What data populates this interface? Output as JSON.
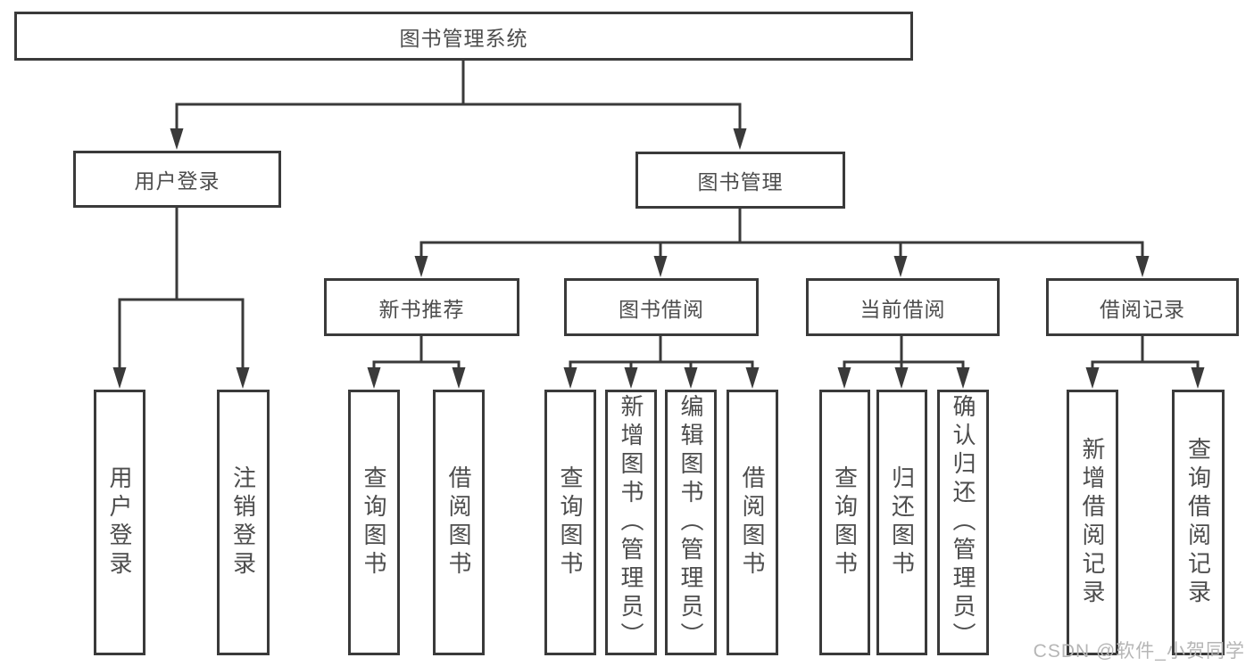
{
  "diagram": {
    "root": {
      "label": "图书管理系统"
    },
    "branches": [
      {
        "label": "用户登录",
        "children": [
          {
            "label": "用户登录"
          },
          {
            "label": "注销登录"
          }
        ]
      },
      {
        "label": "图书管理",
        "sections": [
          {
            "label": "新书推荐",
            "children": [
              {
                "label": "查询图书"
              },
              {
                "label": "借阅图书"
              }
            ]
          },
          {
            "label": "图书借阅",
            "children": [
              {
                "label": "查询图书"
              },
              {
                "label": "新增图书（管理员）"
              },
              {
                "label": "编辑图书（管理员）"
              },
              {
                "label": "借阅图书"
              }
            ]
          },
          {
            "label": "当前借阅",
            "children": [
              {
                "label": "查询图书"
              },
              {
                "label": "归还图书"
              },
              {
                "label": "确认归还（管理员）"
              }
            ]
          },
          {
            "label": "借阅记录",
            "children": [
              {
                "label": "新增借阅记录"
              },
              {
                "label": "查询借阅记录"
              }
            ]
          }
        ]
      }
    ],
    "watermark": "CSDN @软件_小贺同学",
    "colors": {
      "line": "#3a3a3a",
      "text": "#4d4d4d",
      "watermark": "#b6b6b6",
      "background": "#ffffff"
    }
  }
}
